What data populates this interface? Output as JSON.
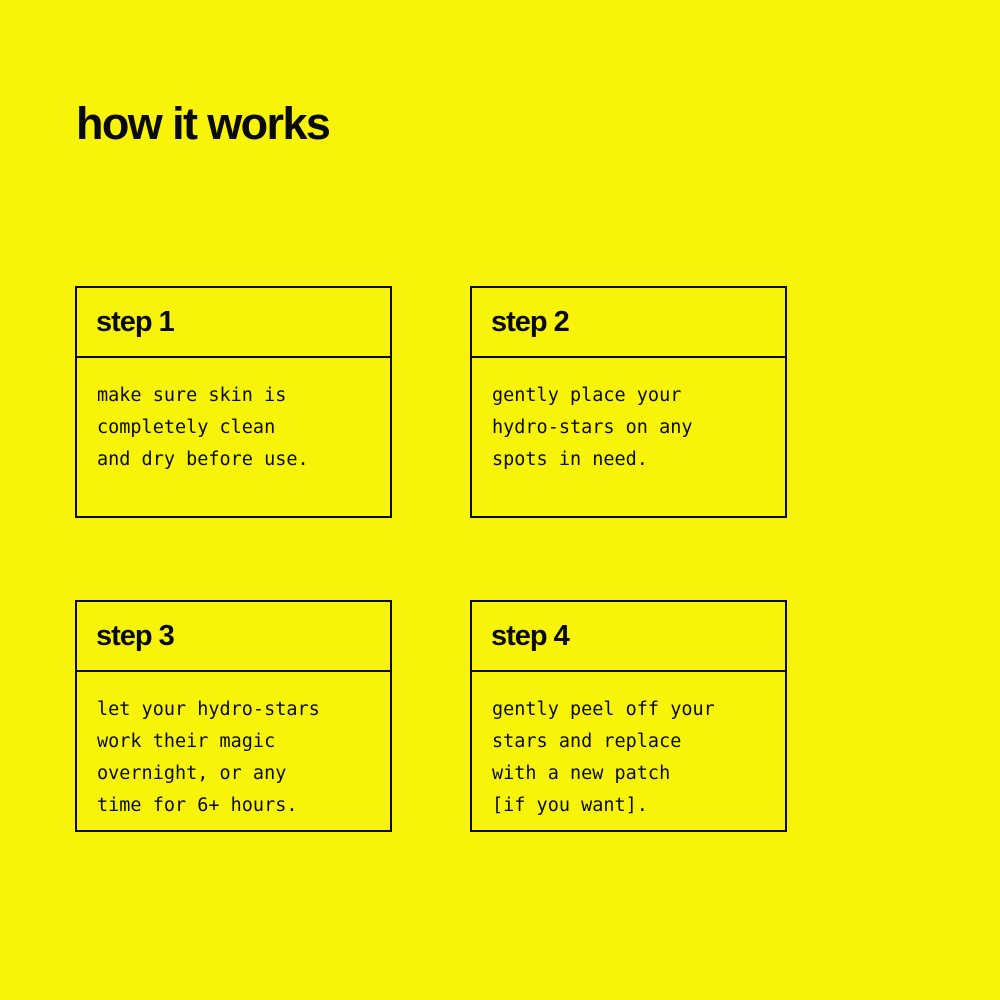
{
  "theme": {
    "background_color": "#F7F409",
    "ink_color": "#0A0A0A"
  },
  "header": {
    "title": "how it works"
  },
  "steps": [
    {
      "title": "step 1",
      "text": "make sure skin is\ncompletely clean\nand dry before use."
    },
    {
      "title": "step 2",
      "text": "gently place your\nhydro-stars on any\nspots in need."
    },
    {
      "title": "step 3",
      "text": "let your hydro-stars\nwork their magic\novernight, or any\ntime for 6+ hours."
    },
    {
      "title": "step 4",
      "text": "gently peel off your\nstars and replace\nwith a new patch\n[if you want]."
    }
  ]
}
